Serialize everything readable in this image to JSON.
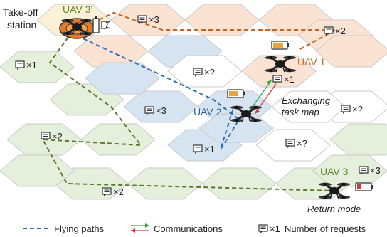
{
  "labels": {
    "takeoff_line1": "Take-off",
    "takeoff_line2": "station",
    "uav3prime": "UAV 3’",
    "uav1": "UAV 1",
    "uav2": "UAV 2",
    "uav3": "UAV 3",
    "exchanging_line1": "Exchanging",
    "exchanging_line2": "task map",
    "return_mode": "Return mode"
  },
  "requests": [
    {
      "id": "r-top-mid",
      "text": "×3"
    },
    {
      "id": "r-top-right",
      "text": "×2"
    },
    {
      "id": "r-left-1",
      "text": "×1"
    },
    {
      "id": "r-center-q",
      "text": "×?"
    },
    {
      "id": "r-uav1",
      "text": "×1"
    },
    {
      "id": "r-right-q",
      "text": "×?"
    },
    {
      "id": "r-blue-left",
      "text": "×3"
    },
    {
      "id": "r-blue-bottom",
      "text": "×1"
    },
    {
      "id": "r-white-bottom",
      "text": "×?"
    },
    {
      "id": "r-left-2",
      "text": "×2"
    },
    {
      "id": "r-bottom-2",
      "text": "×2"
    },
    {
      "id": "r-uav3",
      "text": "×3"
    }
  ],
  "legend": {
    "flying_paths": "Flying paths",
    "communications": "Communications",
    "requests_count": "×1",
    "requests_label": "Number of requests"
  },
  "colors": {
    "orange_region": "#fbe3d4",
    "takeoff_region": "#fdf0d8",
    "blue_region": "#d6e4f2",
    "green_region": "#e4efdc",
    "orange_path": "#c8621e",
    "blue_path": "#2f6db5",
    "green_path": "#5a7a2a",
    "comm_red": "#d23b3b",
    "comm_green": "#3aa04a"
  },
  "icons": [
    "drone-icon",
    "message-icon",
    "battery-icon",
    "plug-icon",
    "landing-pad-icon"
  ]
}
